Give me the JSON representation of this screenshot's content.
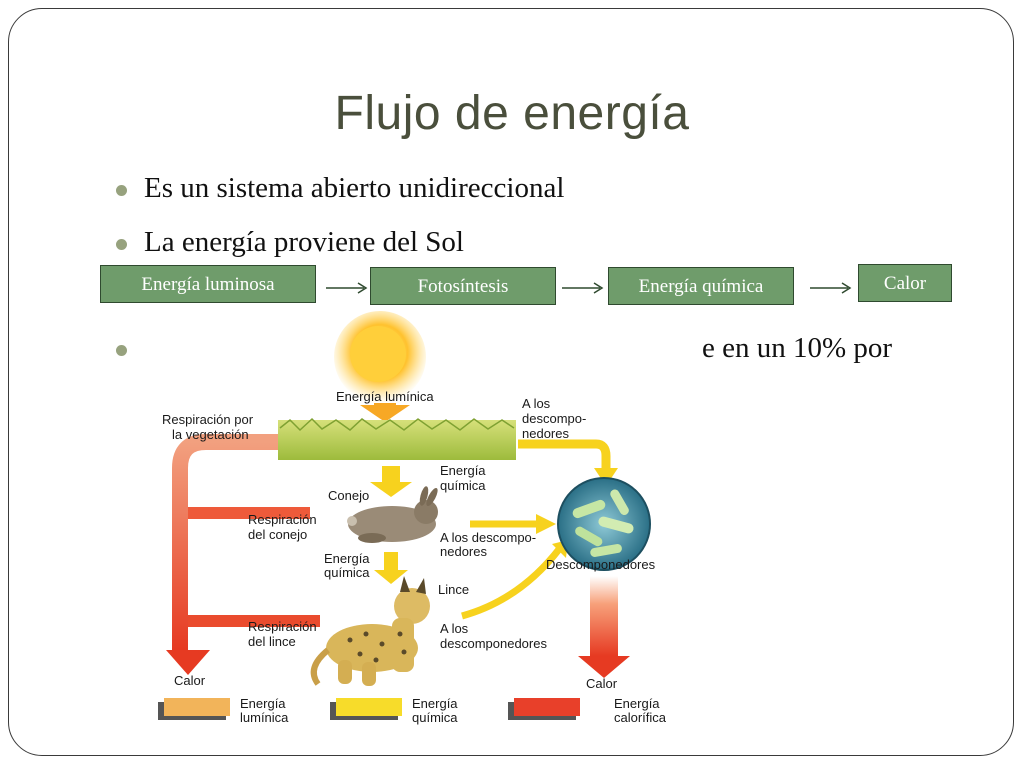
{
  "slide": {
    "title": "Flujo de energía",
    "bullets": [
      "Es un sistema abierto unidireccional",
      "La energía proviene del Sol",
      "e en un 10% por"
    ]
  },
  "flow": {
    "boxes": [
      "Energía luminosa",
      "Fotosíntesis",
      "Energía química",
      "Calor"
    ]
  },
  "diagram": {
    "labels": {
      "energia_luminica": "Energía lumínica",
      "resp_vegetacion_1": "Respiración por",
      "resp_vegetacion_2": "la vegetación",
      "a_los_desc_top_1": "A los",
      "a_los_desc_top_2": "descompo-",
      "a_los_desc_top_3": "nedores",
      "energia_quimica_1a": "Energía",
      "energia_quimica_1b": "química",
      "conejo": "Conejo",
      "resp_conejo_1": "Respiración",
      "resp_conejo_2": "del conejo",
      "a_los_desc_mid_1": "A los descompo-",
      "a_los_desc_mid_2": "nedores",
      "energia_quimica_2a": "Energía",
      "energia_quimica_2b": "química",
      "descomponedores": "Descomponedores",
      "lince": "Lince",
      "resp_lince_1": "Respiración",
      "resp_lince_2": "del lince",
      "a_los_desc_bot_1": "A los",
      "a_los_desc_bot_2": "descomponedores",
      "calor_left": "Calor",
      "calor_right": "Calor"
    },
    "legend": [
      {
        "label1": "Energía",
        "label2": "lumínica",
        "color": "#f2b45a"
      },
      {
        "label1": "Energía",
        "label2": "química",
        "color": "#f7dc2a"
      },
      {
        "label1": "Energía",
        "label2": "calorífica",
        "color": "#e8402a"
      }
    ],
    "colors": {
      "light": "#f7a825",
      "chemical": "#f7d21e",
      "heat": "#e63a22",
      "sun": "#ffc22e",
      "grass": "#b9cf55"
    }
  }
}
